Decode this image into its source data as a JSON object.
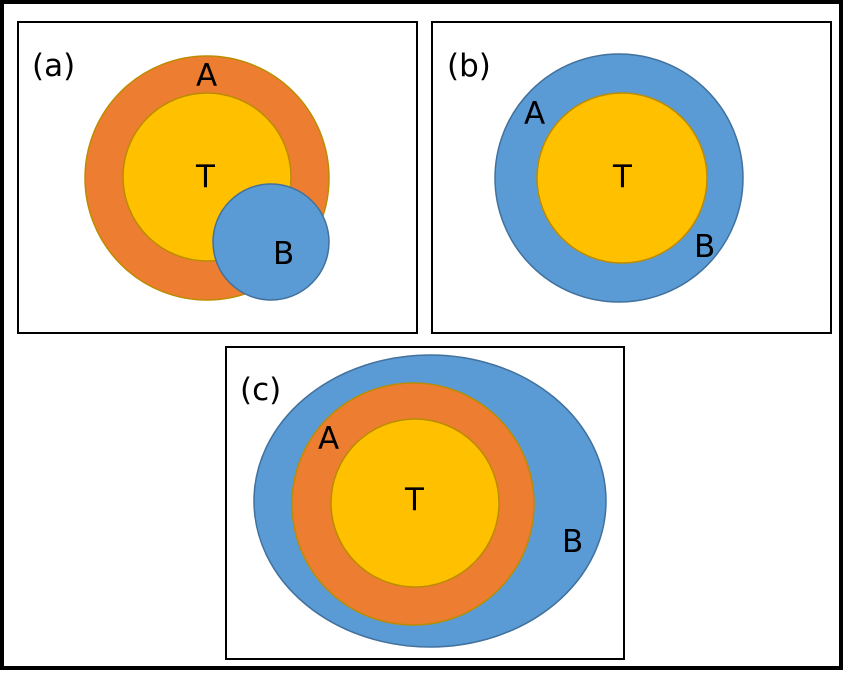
{
  "colors": {
    "orange": "#ED7D31",
    "yellow": "#FFC000",
    "blue": "#5B9BD5",
    "blue_stroke": "#41719C",
    "gold_stroke": "#BC8C00",
    "background": "#FFFFFF",
    "border": "#000000"
  },
  "panels": [
    {
      "tag": "(a)",
      "labels": {
        "A": "A",
        "T": "T",
        "B": "B"
      }
    },
    {
      "tag": "(b)",
      "labels": {
        "A": "A",
        "T": "T",
        "B": "B"
      }
    },
    {
      "tag": "(c)",
      "labels": {
        "A": "A",
        "T": "T",
        "B": "B"
      }
    }
  ]
}
